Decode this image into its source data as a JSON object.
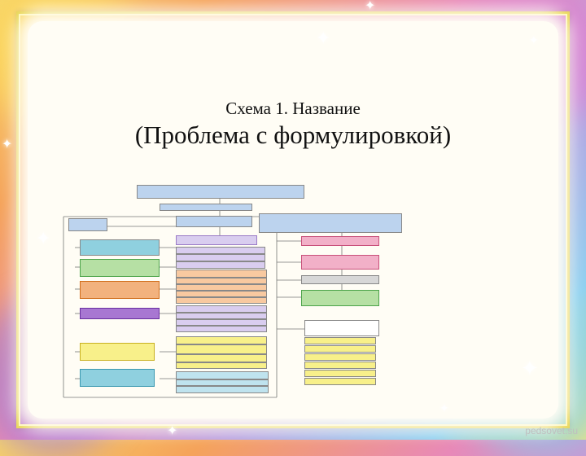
{
  "slide": {
    "title_line1": "Схема 1. Название",
    "title_line2": "(Проблема с формулировкой)",
    "watermark": "pedsovet.su"
  },
  "colors": {
    "frame": "#e7d34a",
    "blue": "#bcd3ee",
    "lavender": "#d9cdef",
    "green": "#b6e0a4",
    "orange": "#f2b27e",
    "purple": "#a877d2",
    "yellow": "#f8f08a",
    "teal": "#8fd0df",
    "pink": "#f2b0c8",
    "gray": "#d7d7d7"
  }
}
